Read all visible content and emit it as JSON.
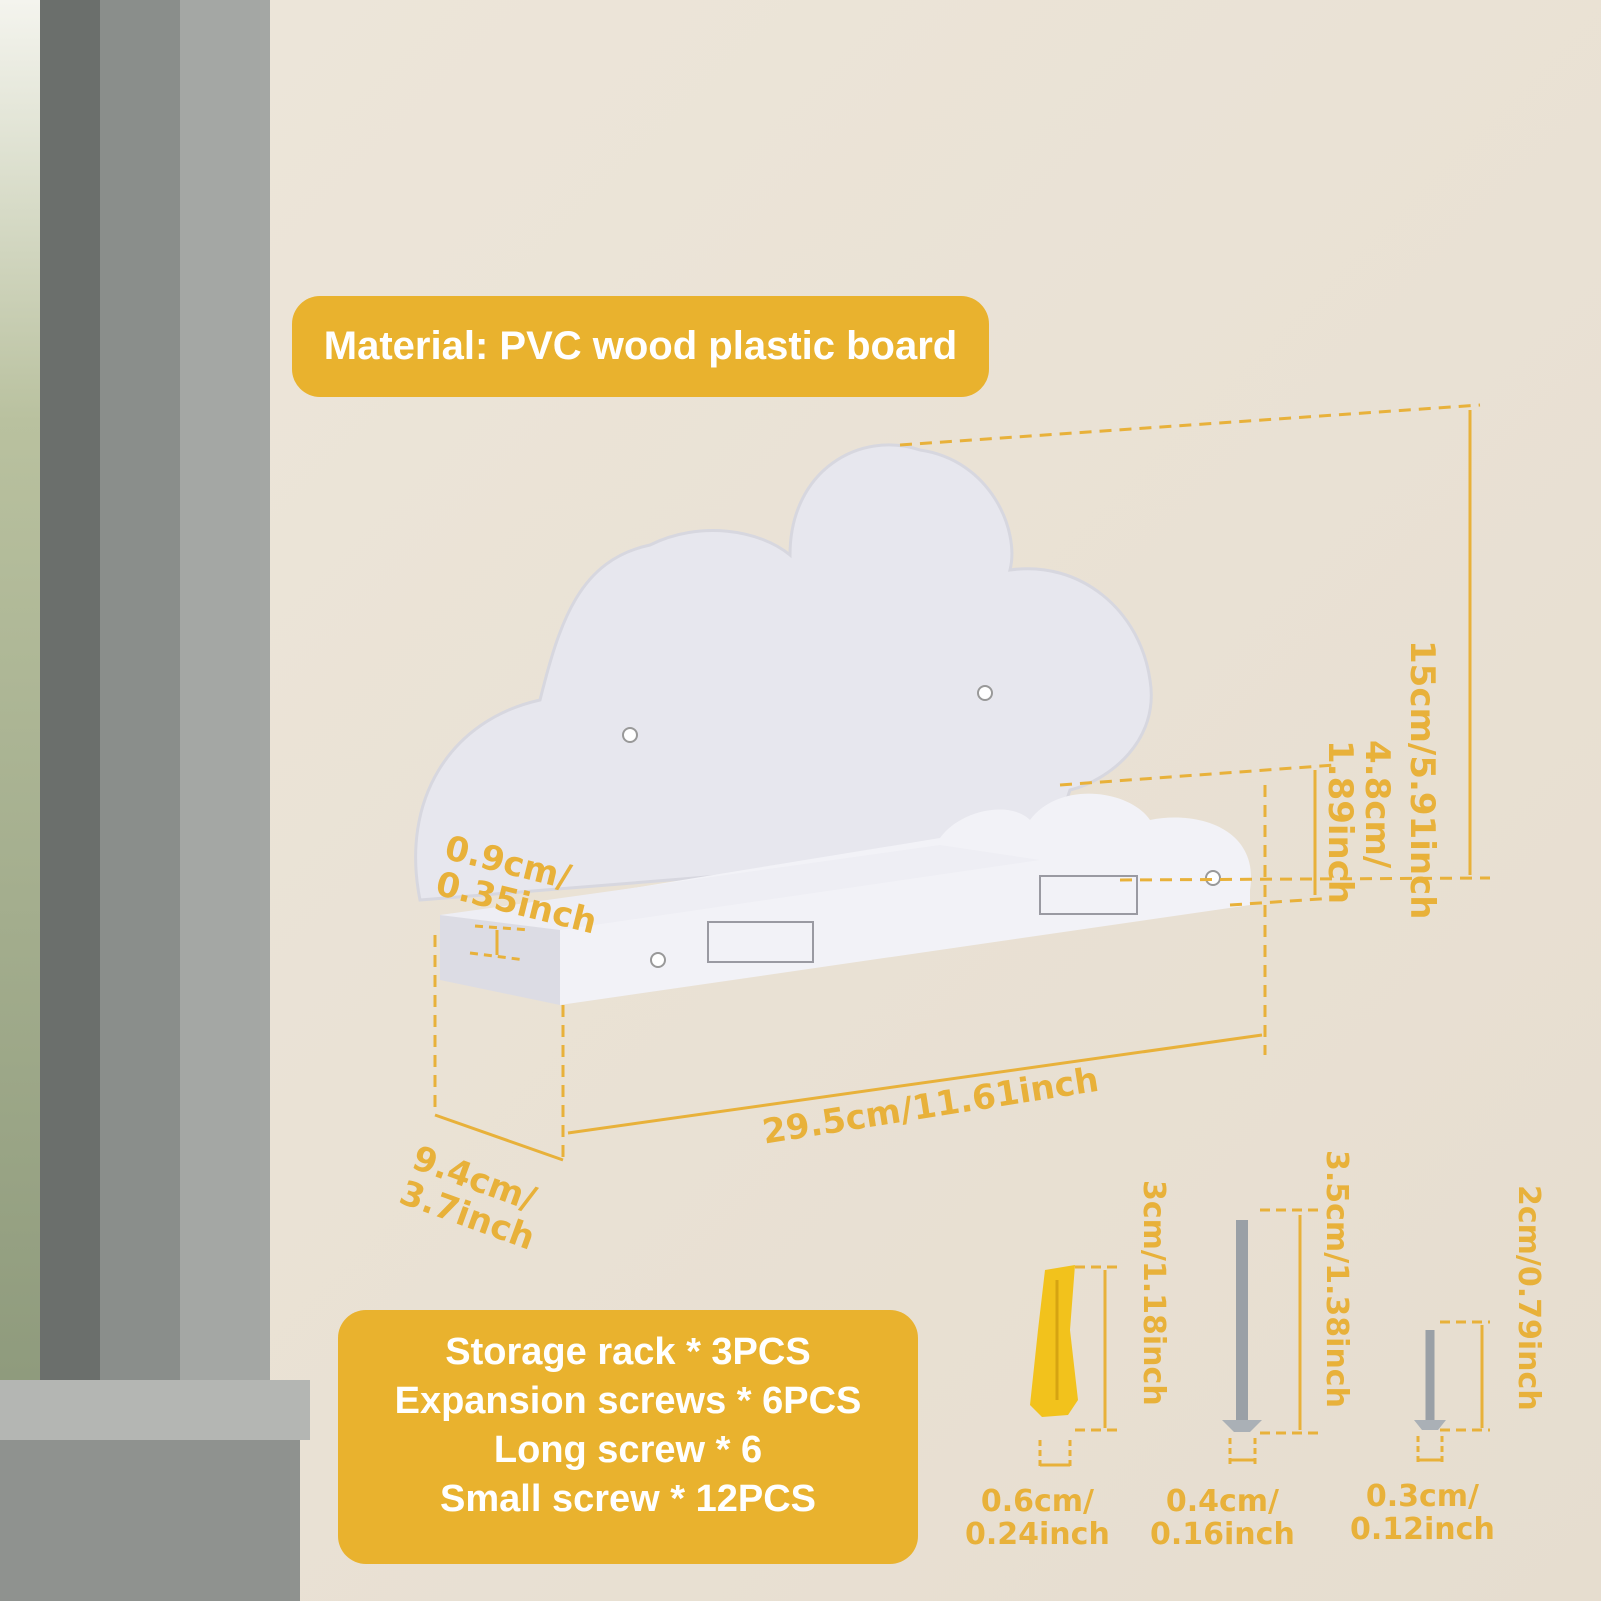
{
  "material_label": "Material: PVC wood plastic board",
  "contents": [
    "Storage rack * 3PCS",
    "Expansion screws * 6PCS",
    "Long screw * 6",
    "Small screw * 12PCS"
  ],
  "dimensions": {
    "height_total": "15cm/5.91inch",
    "lip_height_cm": "4.8cm/",
    "lip_height_in": "1.89inch",
    "thickness_cm": "0.9cm/",
    "thickness_in": "0.35inch",
    "depth_cm": "9.4cm/",
    "depth_in": "3.7inch",
    "width": "29.5cm/11.61inch"
  },
  "hardware": {
    "anchor_length": "3cm/1.18inch",
    "anchor_width_cm": "0.6cm/",
    "anchor_width_in": "0.24inch",
    "long_screw_length": "3.5cm/1.38inch",
    "long_screw_width_cm": "0.4cm/",
    "long_screw_width_in": "0.16inch",
    "small_screw_length": "2cm/0.79inch",
    "small_screw_width_cm": "0.3cm/",
    "small_screw_width_in": "0.12inch"
  },
  "colors": {
    "accent": "#e9b22e",
    "wall": "#ece4d8",
    "shelf": "#f1f1f5"
  }
}
